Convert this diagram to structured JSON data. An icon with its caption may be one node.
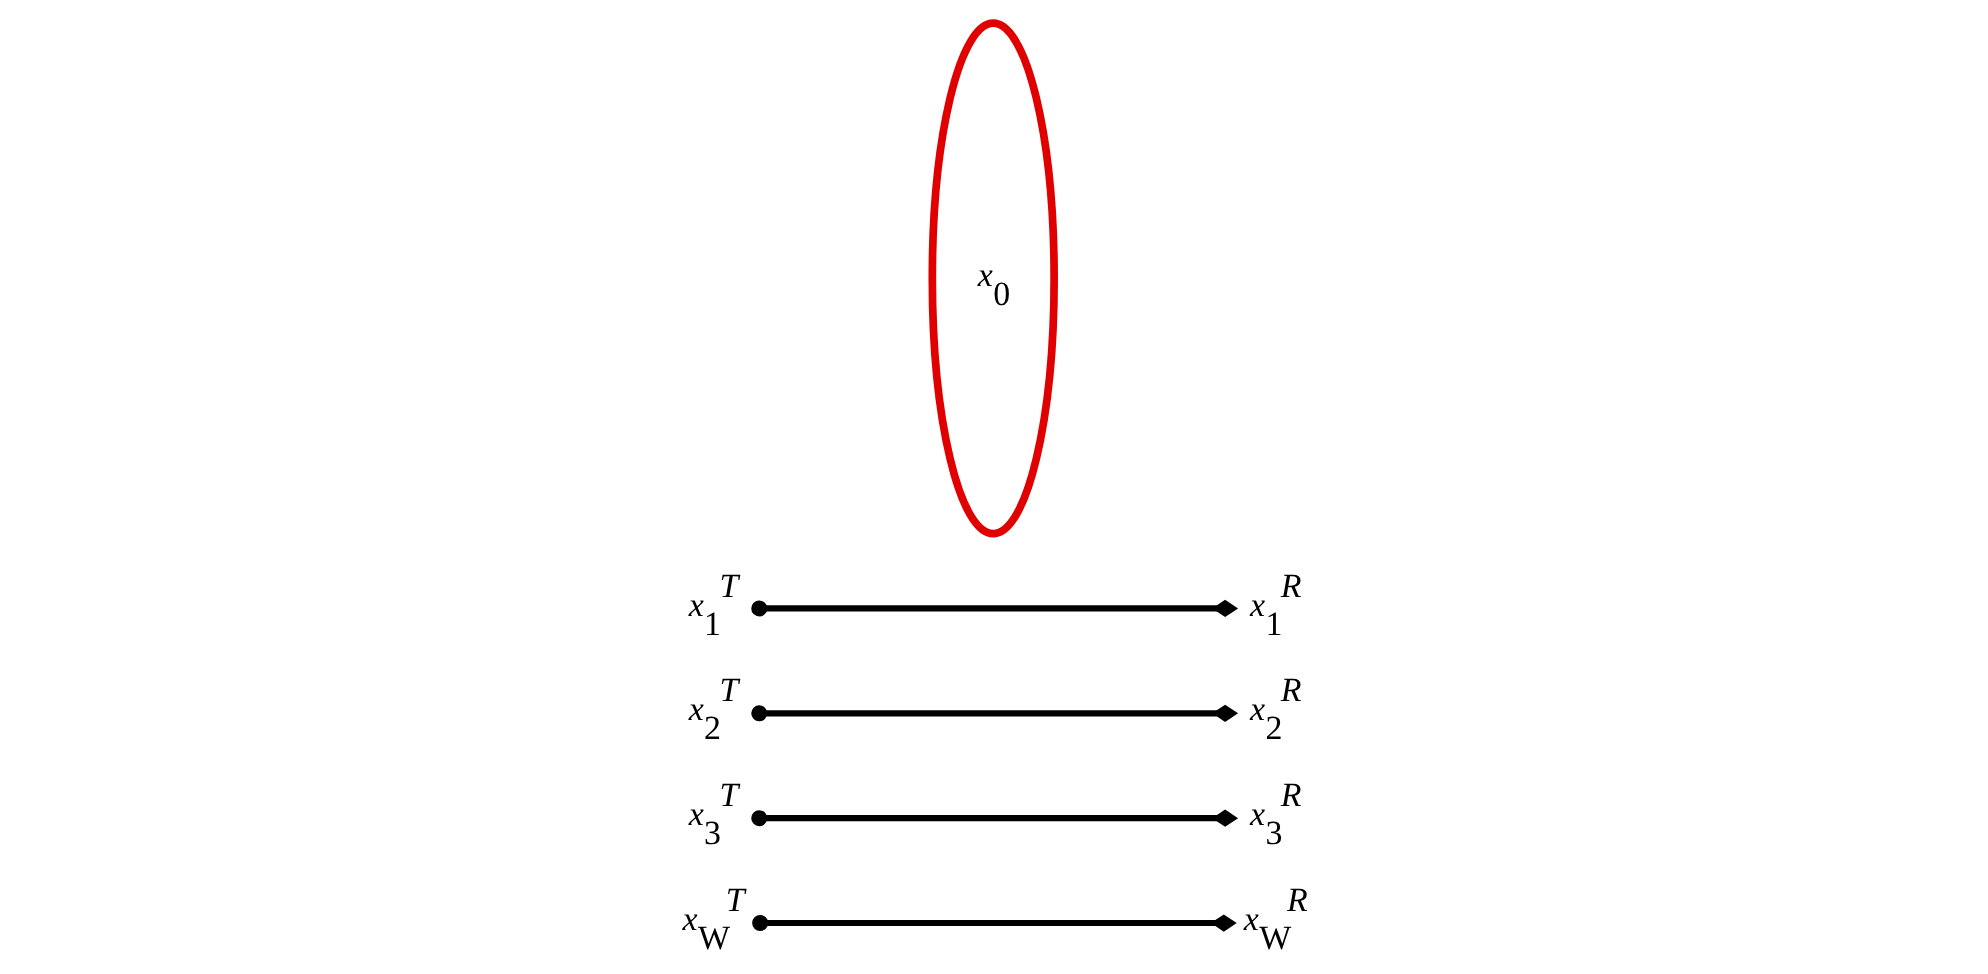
{
  "diagram": {
    "nodes": [
      {
        "text": [
          "*x*$_{1}$$^{T}$"
        ]
      },
      {
        "text": [
          "*x*$_{2}$$^{T}$"
        ]
      },
      {
        "text": [
          "*x*$_{3}$$^{T}$"
        ]
      },
      {
        "text": [
          "*x*$_{W}$$^{T}$"
        ]
      },
      {
        "text": [
          "*x*$_{0}$"
        ]
      },
      {
        "text": [
          "*x*$_{1}$$^{R}$"
        ]
      },
      {
        "text": [
          "*x*$_{2}$$^{R}$"
        ]
      },
      {
        "text": [
          "*x*$_{3}$$^{R}$"
        ]
      },
      {
        "text": [
          "*x*$_{W}$$^{R}$"
        ]
      }
    ],
    "edges": [
      {
        "from": 0,
        "to": 5,
        "arrow": "other"
      },
      {
        "from": 1,
        "to": 6,
        "arrow": "other"
      },
      {
        "from": 2,
        "to": 7,
        "arrow": "other"
      },
      {
        "from": 3,
        "to": 8,
        "arrow": "other"
      }
    ]
  }
}
